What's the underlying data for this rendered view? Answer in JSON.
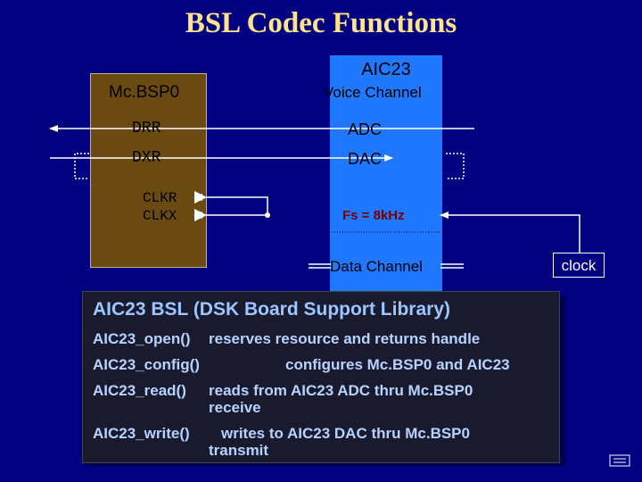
{
  "title": "BSL Codec Functions",
  "mcbsp": {
    "label": "Mc.BSP0",
    "drr": "DRR",
    "dxr": "DXR",
    "clkr": "CLKR",
    "clkx": "CLKX"
  },
  "aic23": {
    "title": "AIC23",
    "voice_channel": "Voice Channel",
    "adc": "ADC",
    "dac": "DAC",
    "fs": "Fs = 8kHz",
    "data_channel": "Data Channel"
  },
  "clock": "clock",
  "panel": {
    "title": "AIC23 BSL (DSK Board Support Library)",
    "functions": [
      {
        "name": "AIC23_open()",
        "desc": "reserves resource and returns handle"
      },
      {
        "name": "AIC23_config()",
        "desc": "configures Mc.BSP0 and AIC23"
      },
      {
        "name": "AIC23_read()",
        "desc": "reads from AIC23 ADC thru Mc.BSP0",
        "desc2": "receive"
      },
      {
        "name": "AIC23_write()",
        "desc": "writes to AIC23 DAC thru Mc.BSP0",
        "desc2": "transmit"
      }
    ]
  },
  "colors": {
    "background": "#000080",
    "mcbsp_box": "#6b4a12",
    "aic_box": "#1f78ff",
    "title": "#ffe38a",
    "panel_text": "#b6d3ff"
  },
  "icons": {
    "corner": "ti-logo-icon"
  }
}
